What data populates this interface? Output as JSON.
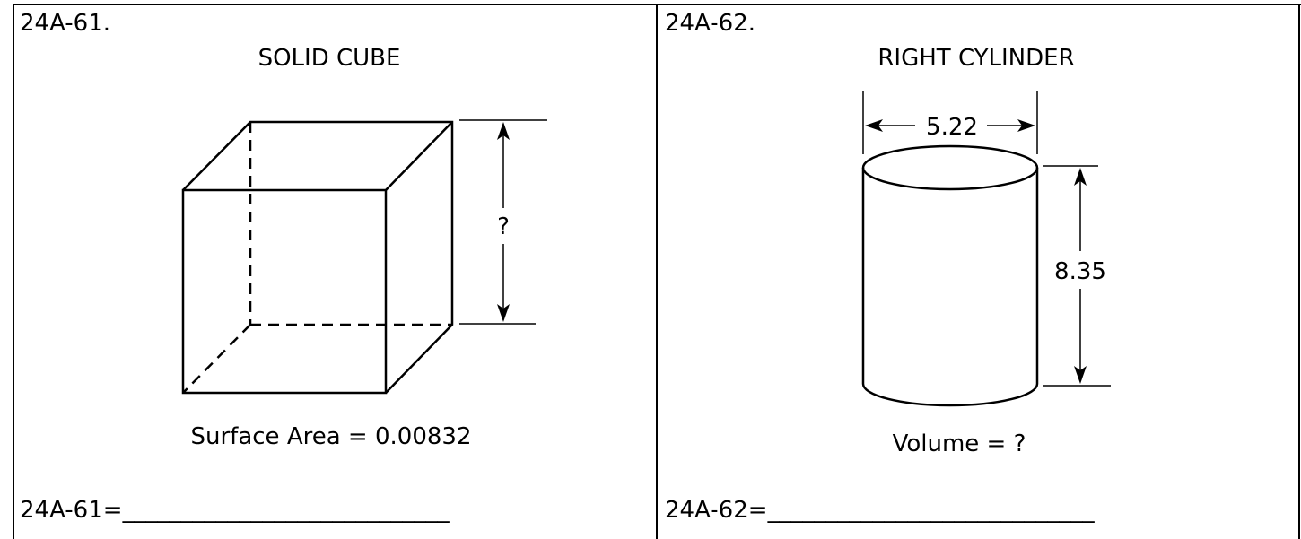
{
  "problems": [
    {
      "number": "24A-61.",
      "heading": "SOLID CUBE",
      "dimension_label": "?",
      "given": "Surface Area = 0.00832",
      "answer_prompt": "24A-61=",
      "answer_blank": "____________________________"
    },
    {
      "number": "24A-62.",
      "heading": "RIGHT CYLINDER",
      "diameter_label": "5.22",
      "height_label": "8.35",
      "given": "Volume = ?",
      "answer_prompt": "24A-62=",
      "answer_blank": "____________________________"
    }
  ]
}
